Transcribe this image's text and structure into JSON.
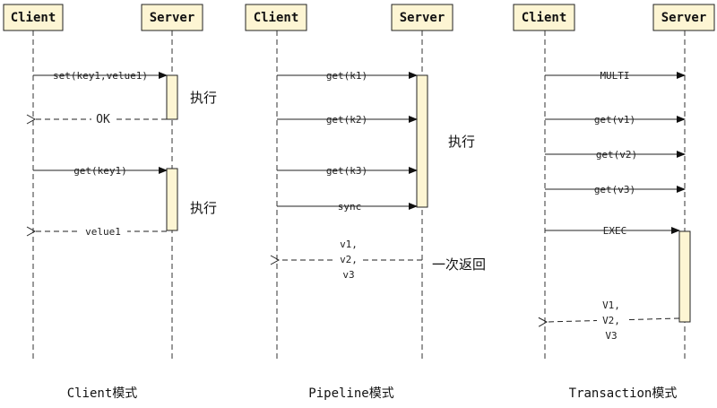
{
  "panels": [
    {
      "caption": "Client模式",
      "actors": {
        "left": "Client",
        "right": "Server"
      },
      "messages": [
        {
          "label": "set(key1,velue1)"
        },
        {
          "label": "OK"
        },
        {
          "label": "get(key1)"
        },
        {
          "label": "velue1"
        }
      ],
      "notes": [
        "执行",
        "执行"
      ]
    },
    {
      "caption": "Pipeline模式",
      "actors": {
        "left": "Client",
        "right": "Server"
      },
      "messages": [
        {
          "label": "get(k1)"
        },
        {
          "label": "get(k2)"
        },
        {
          "label": "get(k3)"
        },
        {
          "label": "sync"
        },
        {
          "label_lines": [
            "v1,",
            "v2,",
            "v3"
          ]
        }
      ],
      "notes": [
        "执行",
        "一次返回"
      ]
    },
    {
      "caption": "Transaction模式",
      "actors": {
        "left": "Client",
        "right": "Server"
      },
      "messages": [
        {
          "label": "MULTI"
        },
        {
          "label": "get(v1)"
        },
        {
          "label": "get(v2)"
        },
        {
          "label": "get(v3)"
        },
        {
          "label": "EXEC"
        },
        {
          "label_lines": [
            "V1,",
            "V2,",
            "V3"
          ]
        }
      ],
      "notes": []
    }
  ]
}
